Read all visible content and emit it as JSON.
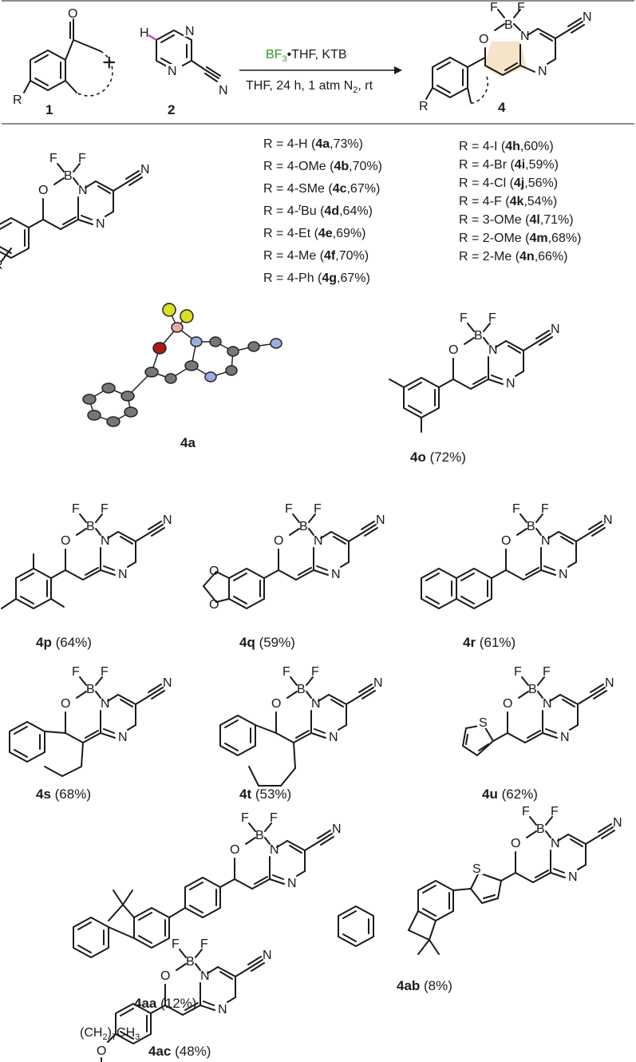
{
  "colors": {
    "oxygen": "#e8202a",
    "fluorine": "#2a9a2a",
    "boron": "#2a9a2a",
    "nitrogen": "#1f3fd0",
    "hydrogen": "#d020d0",
    "text": "#1a1a1a",
    "ring_highlight": "#f6e4c8"
  },
  "reaction": {
    "reagent_green": "BF",
    "reagent_sub": "3",
    "reagent_rest": "•THF, KTB",
    "conditions_1": "THF, 24 h, 1 atm N",
    "conditions_sub": "2",
    "conditions_2": ", rt",
    "label_1": "1",
    "label_2": "2",
    "label_4": "4",
    "plus": "+",
    "r_label": "R",
    "h_label": "H"
  },
  "atoms": {
    "O": "O",
    "B": "B",
    "F": "F",
    "N": "N",
    "S": "S",
    "R": "R",
    "CN_N": "N"
  },
  "substituents_col1": [
    {
      "pre": "R = 4-H (",
      "id": "4a",
      "post": ",73%)"
    },
    {
      "pre": "R = 4-OMe (",
      "id": "4b",
      "post": ",70%)"
    },
    {
      "pre": "R = 4-SMe (",
      "id": "4c",
      "post": ",67%)"
    },
    {
      "pre": "R = 4-",
      "sup": "t",
      "mid": "Bu (",
      "id": "4d",
      "post": ",64%)"
    },
    {
      "pre": "R = 4-Et (",
      "id": "4e",
      "post": ",69%)"
    },
    {
      "pre": "R = 4-Me (",
      "id": "4f",
      "post": ",70%)"
    },
    {
      "pre": "R = 4-Ph (",
      "id": "4g",
      "post": ",67%)"
    }
  ],
  "substituents_col2": [
    {
      "pre": "R = 4-I (",
      "id": "4h",
      "post": ",60%)"
    },
    {
      "pre": "R = 4-Br (",
      "id": "4i",
      "post": ",59%)"
    },
    {
      "pre": "R = 4-Cl (",
      "id": "4j",
      "post": ",56%)"
    },
    {
      "pre": "R = 4-F (",
      "id": "4k",
      "post": ",54%)"
    },
    {
      "pre": "R = 3-OMe (",
      "id": "4l",
      "post": ",71%)"
    },
    {
      "pre": "R = 2-OMe (",
      "id": "4m",
      "post": ",68%)"
    },
    {
      "pre": "R = 2-Me (",
      "id": "4n",
      "post": ",66%)"
    }
  ],
  "compounds": [
    {
      "id": "4a",
      "yield": ""
    },
    {
      "id": "4o",
      "yield": " (72%)"
    },
    {
      "id": "4p",
      "yield": " (64%)"
    },
    {
      "id": "4q",
      "yield": " (59%)"
    },
    {
      "id": "4r",
      "yield": " (61%)"
    },
    {
      "id": "4s",
      "yield": " (68%)"
    },
    {
      "id": "4t",
      "yield": " (53%)"
    },
    {
      "id": "4u",
      "yield": " (62%)"
    },
    {
      "id": "4aa",
      "yield": " (12%)"
    },
    {
      "id": "4ab",
      "yield": " (8%)"
    },
    {
      "id": "4ac",
      "yield": " (48%)"
    }
  ],
  "octyl": {
    "o": "O",
    "pre": "(CH",
    "sub1": "2",
    "mid": ")",
    "sub2": "7",
    "post": "CH",
    "sub3": "3"
  }
}
